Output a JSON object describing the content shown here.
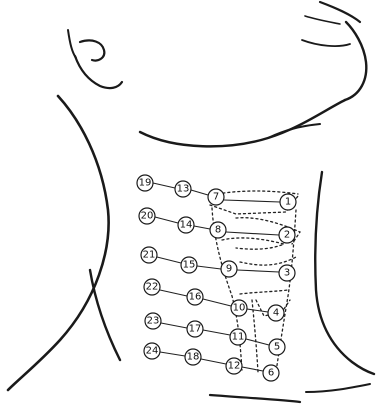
{
  "diagram": {
    "colors": {
      "ink": "#1a1a1a",
      "background": "#ffffff"
    },
    "markers": [
      {
        "id": "m1",
        "label": "1"
      },
      {
        "id": "m2",
        "label": "2"
      },
      {
        "id": "m3",
        "label": "3"
      },
      {
        "id": "m4",
        "label": "4"
      },
      {
        "id": "m5",
        "label": "5"
      },
      {
        "id": "m6",
        "label": "6"
      },
      {
        "id": "m7",
        "label": "7"
      },
      {
        "id": "m8",
        "label": "8"
      },
      {
        "id": "m9",
        "label": "9"
      },
      {
        "id": "m10",
        "label": "10"
      },
      {
        "id": "m11",
        "label": "11"
      },
      {
        "id": "m12",
        "label": "12"
      },
      {
        "id": "m13",
        "label": "13"
      },
      {
        "id": "m14",
        "label": "14"
      },
      {
        "id": "m15",
        "label": "15"
      },
      {
        "id": "m16",
        "label": "16"
      },
      {
        "id": "m17",
        "label": "17"
      },
      {
        "id": "m18",
        "label": "18"
      },
      {
        "id": "m19",
        "label": "19"
      },
      {
        "id": "m20",
        "label": "20"
      },
      {
        "id": "m21",
        "label": "21"
      },
      {
        "id": "m22",
        "label": "22"
      },
      {
        "id": "m23",
        "label": "23"
      },
      {
        "id": "m24",
        "label": "24"
      }
    ]
  }
}
